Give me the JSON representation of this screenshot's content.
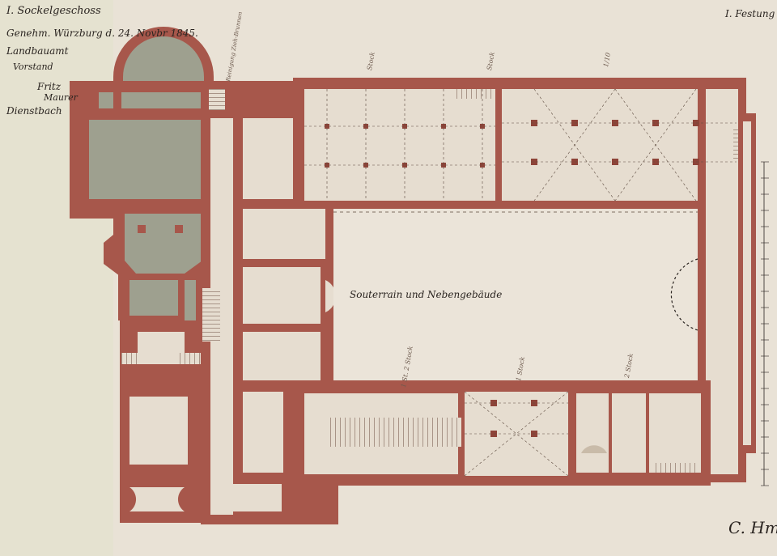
{
  "sheet_label_left": "I. Sockelgeschoss",
  "sheet_label_right": "I. Festung",
  "notes": [
    "Genehm. Würzburg d. 24. Novbr 1845.",
    "Landbauamt",
    "Vorstand",
    "Fritz",
    "Maurer",
    "Dienstbach"
  ],
  "plan_caption": "Souterrain und Nebengebäude",
  "dimension_marks": [
    "Reinigung Zieh-Brunnen",
    "Stock",
    "Stock",
    "1/10",
    "1 St. 2 Stock",
    "1 Stock",
    "2 Stock"
  ],
  "signature": "C. Hm",
  "colors": {
    "paper": "#e9e2d6",
    "wall": "#a7574b",
    "wall_dark": "#8e4439",
    "grey_wash": "#9ea08f",
    "ink": "#2a2420"
  }
}
